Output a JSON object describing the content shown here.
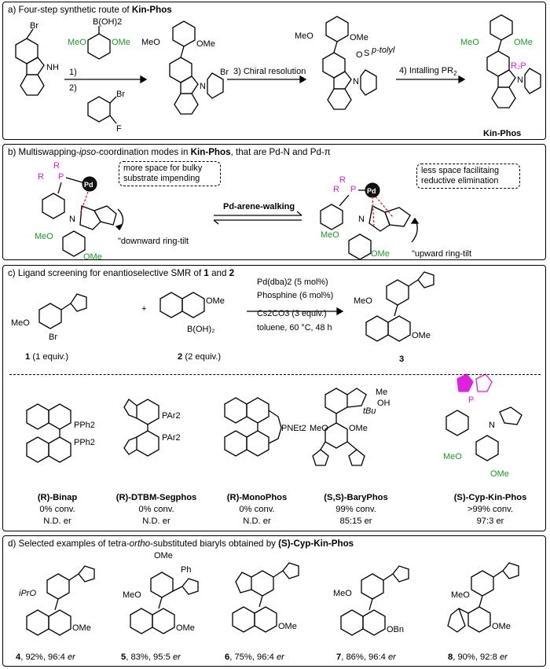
{
  "panel_a": {
    "title_prefix": "a) Four-step synthetic route of ",
    "title_bold": "Kin-Phos",
    "sm1_br": "Br",
    "sm1_nh": "NH",
    "reagent_boronic": "B(OH)2",
    "reagent_ome1": "MeO",
    "reagent_ome2": "OMe",
    "step1": "1)",
    "step2": "2)",
    "reagent_br": "Br",
    "reagent_f": "F",
    "int1_meo": "MeO",
    "int1_ome": "OMe",
    "int1_n": "N",
    "int1_br": "Br",
    "step3": "3) Chiral resolution",
    "int2_meo": "MeO",
    "int2_ome": "OMe",
    "int2_n": "N",
    "int2_s": "S",
    "int2_o": "O",
    "int2_tolyl": "p-tolyl",
    "step4": "4) Intalling PR",
    "step4_sub": "2",
    "prod_meo": "MeO",
    "prod_ome": "OMe",
    "prod_n": "N",
    "prod_r2p": "R₂P",
    "product_name": "Kin-Phos"
  },
  "panel_b": {
    "title_prefix": "b) Multiswapping-",
    "title_ipso": "ipso",
    "title_mid": "-coordination modes in ",
    "title_bold": "Kin-Phos",
    "title_suffix": ", that are Pd-N and Pd-π",
    "box_left": "more space for bulky substrate impending",
    "box_right": "less space facilitaing reductive elimination",
    "arrow_label": "Pd-arene-walking",
    "left_caption": "\"downward ring-tilt",
    "right_caption": "\"upward ring-tilt",
    "pd": "Pd",
    "p": "P",
    "r": "R",
    "n": "N",
    "meo": "MeO",
    "ome": "OMe"
  },
  "panel_c": {
    "title_prefix": "c) Ligand screening for enantioselective SMR of ",
    "title_1": "1",
    "title_and": " and ",
    "title_2": "2",
    "cond1": "Pd(dba)2 (5 mol%)",
    "cond2": "Phosphine (6 mol%)",
    "cond3": "Cs2CO3 (3 equiv.)",
    "cond4": "toluene, 60 °C, 48 h",
    "sub1_label_num": "1",
    "sub1_label_txt": " (1 equiv.)",
    "sub2_label_num": "2",
    "sub2_label_txt": " (2 equiv.)",
    "prod_label": "3",
    "plus": "+",
    "ligands": [
      {
        "name": "(R)-Binap",
        "conv": "0% conv.",
        "er": "N.D. er"
      },
      {
        "name": "(R)-DTBM-Segphos",
        "conv": "0% conv.",
        "er": "N.D. er"
      },
      {
        "name": "(R)-MonoPhos",
        "conv": "0% conv.",
        "er": "N.D. er"
      },
      {
        "name": "(S,S)-BaryPhos",
        "conv": "99% conv.",
        "er": "85:15 er"
      },
      {
        "name": "(S)-Cyp-Kin-Phos",
        "conv": ">99% conv.",
        "er": "97:3 er"
      }
    ],
    "pph2": "PPh2",
    "par2": "PAr2",
    "pnet2": "PNEt2",
    "tbu": "tBu",
    "me": "Me",
    "oh": "OH"
  },
  "panel_d": {
    "title_prefix": "d) Selected examples of  tetra-",
    "title_ortho": "ortho",
    "title_mid": "-substituted biaryls obtained by ",
    "title_bold": "(S)-Cyp-Kin-Phos",
    "products": [
      {
        "num": "4",
        "yield": ", 92%, 96:4 ",
        "er": "er"
      },
      {
        "num": "5",
        "yield": ", 83%, 95:5 ",
        "er": "er"
      },
      {
        "num": "6",
        "yield": ", 75%, 96:4 ",
        "er": "er"
      },
      {
        "num": "7",
        "yield": ", 86%, 96:4 ",
        "er": "er"
      },
      {
        "num": "8",
        "yield": ", 90%, 92:8 ",
        "er": "er"
      }
    ],
    "ipro": "iPrO",
    "ph": "Ph",
    "obn": "OBn"
  },
  "colors": {
    "green": "#1a9a2a",
    "magenta": "#e020e0",
    "red_dash": "#e02020"
  }
}
